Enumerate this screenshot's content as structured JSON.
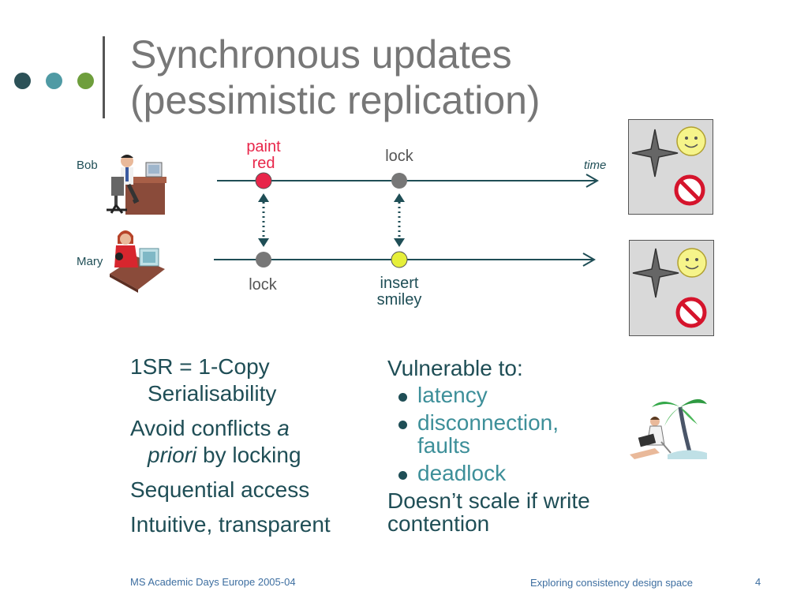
{
  "title": {
    "line1": "Synchronous updates",
    "line2": "(pessimistic replication)"
  },
  "colors": {
    "dot1": "#2c5157",
    "dot2": "#4f9aa4",
    "dot3": "#6e9e3c",
    "red_event": "#e8264a",
    "lock_event": "#777777",
    "smiley_event": "#e6ef3a"
  },
  "diagram": {
    "bob_label": "Bob",
    "mary_label": "Mary",
    "time_label": "time",
    "paint_red": [
      "paint",
      "red"
    ],
    "lock_top": "lock",
    "lock_bottom": "lock",
    "insert_smiley": [
      "insert",
      "smiley"
    ]
  },
  "left_points": [
    {
      "main": "1SR = 1-Copy",
      "cont": "Serialisability"
    },
    {
      "main": "Avoid conflicts",
      "em": "a",
      "cont_em": "priori",
      "cont": "by locking"
    },
    {
      "main": "Sequential access"
    },
    {
      "main": "Intuitive, transparent"
    }
  ],
  "right_block": {
    "heading": "Vulnerable to:",
    "items": [
      "latency",
      "disconnection,",
      "faults",
      "deadlock"
    ],
    "footer_line1": "Doesn’t scale if write",
    "footer_line2": "contention"
  },
  "footer": {
    "left": "MS Academic Days Europe  2005-04",
    "center": "Exploring consistency design space",
    "page": "4"
  },
  "icons": [
    "person-at-desk-icon",
    "woman-at-computer-icon",
    "beach-laptop-icon",
    "four-point-star-icon",
    "smiley-face-icon",
    "no-entry-icon"
  ]
}
